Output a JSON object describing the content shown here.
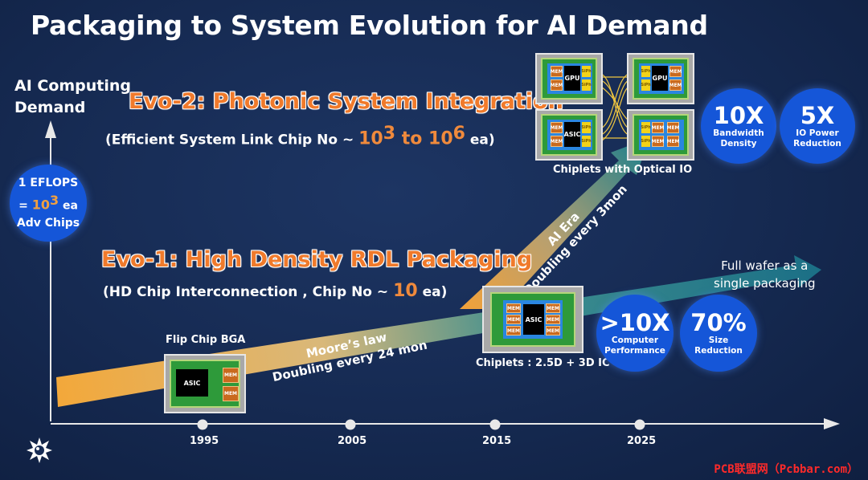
{
  "title": "Packaging to System Evolution for AI Demand",
  "y_axis_label_line1": "AI Computing",
  "y_axis_label_line2": "Demand",
  "eflops": {
    "line1": "1 EFLOPS",
    "eq": "= ",
    "value": "10",
    "exp": "3",
    "unit": " ea",
    "line3": "Adv Chips"
  },
  "evo2": {
    "title": "Evo-2: Photonic System Integration",
    "sub_prefix": "(Efficient System Link Chip No ~ ",
    "base1": "10",
    "exp1": "3",
    "mid": " to ",
    "base2": "10",
    "exp2": "6",
    "sub_suffix": " ea)"
  },
  "evo1": {
    "title": "Evo-1: High Density RDL  Packaging",
    "sub_prefix": "(HD Chip Interconnection , Chip No ~ ",
    "value": "10",
    "sub_suffix": " ea)"
  },
  "arrows": {
    "moore_line1": "Moore’s law",
    "moore_line2": "Doubling every 24 mon",
    "ai_line1": "AI Era",
    "ai_line2": "Doubling every 3mon",
    "wafer_line1": "Full wafer as a",
    "wafer_line2": "single packaging"
  },
  "captions": {
    "flip_chip": "Flip Chip BGA",
    "chiplets_25d": "Chiplets : 2.5D + 3D IC",
    "optical": "Chiplets with Optical IO"
  },
  "chip_labels": {
    "asic": "ASIC",
    "gpu": "GPU",
    "mem": "MEM",
    "sipb": "SiPh"
  },
  "metrics": [
    {
      "big": "10X",
      "small1": "Bandwidth",
      "small2": "Density"
    },
    {
      "big": "5X",
      "small1": "IO Power",
      "small2": "Reduction"
    },
    {
      "big": ">10X",
      "small1": "Computer",
      "small2": "Performance"
    },
    {
      "big": "70%",
      "small1": "Size",
      "small2": "Reduction"
    }
  ],
  "years": [
    "1995",
    "2005",
    "2015",
    "2025"
  ],
  "watermark": "PCB联盟网（Pcbbar.com）",
  "colors": {
    "background": "#172c55",
    "accent_orange": "#f07a2b",
    "circle_blue": "#1556d8",
    "teal": "#1f7f8a"
  }
}
